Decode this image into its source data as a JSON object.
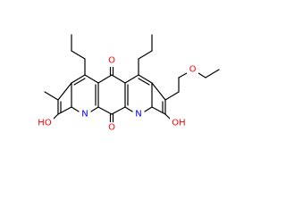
{
  "molecule": {
    "atom_labels": {
      "o_quinone_top": "O",
      "o_quinone_bottom": "O",
      "n_left": "N",
      "n_right": "N",
      "oh_left": "HO",
      "oh_right": "OH",
      "o_ether": "O"
    },
    "colors": {
      "carbon_bond": "#000000",
      "oxygen": "#ff0000",
      "nitrogen": "#0000ff",
      "background": "#ffffff"
    }
  }
}
